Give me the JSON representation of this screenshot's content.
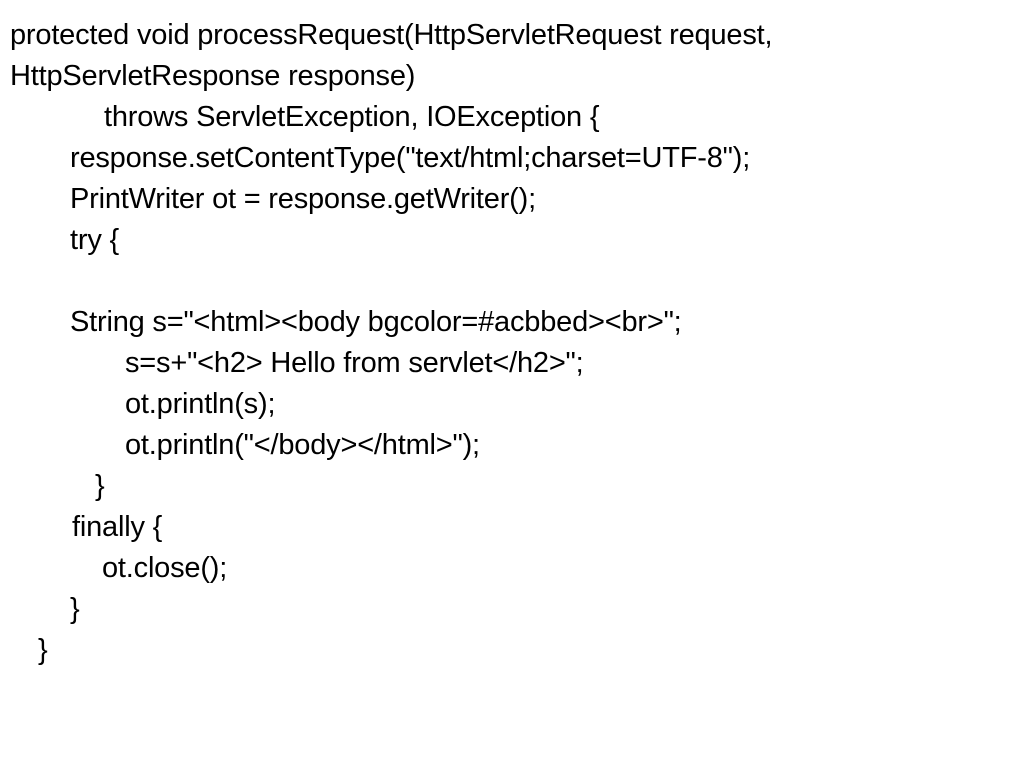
{
  "slide": {
    "background_color": "#ffffff",
    "text_color": "#000000"
  },
  "code": {
    "language": "java",
    "lines": [
      {
        "indent": 10,
        "text": "protected void processRequest(HttpServletRequest request,"
      },
      {
        "indent": 10,
        "text": "HttpServletResponse response)"
      },
      {
        "indent": 104,
        "text": "throws ServletException, IOException {"
      },
      {
        "indent": 70,
        "text": "response.setContentType(\"text/html;charset=UTF-8\");"
      },
      {
        "indent": 70,
        "text": "PrintWriter ot = response.getWriter();"
      },
      {
        "indent": 70,
        "text": "try {"
      },
      {
        "indent": 0,
        "text": ""
      },
      {
        "indent": 70,
        "text": "String s=\"<html><body bgcolor=#acbbed><br>\";"
      },
      {
        "indent": 125,
        "text": "s=s+\"<h2> Hello from servlet</h2>\";"
      },
      {
        "indent": 125,
        "text": "ot.println(s);"
      },
      {
        "indent": 125,
        "text": "ot.println(\"</body></html>\");"
      },
      {
        "indent": 95,
        "text": "}"
      },
      {
        "indent": 72,
        "text": "finally {"
      },
      {
        "indent": 102,
        "text": "ot.close();"
      },
      {
        "indent": 70,
        "text": "}"
      },
      {
        "indent": 38,
        "text": "}"
      }
    ]
  }
}
